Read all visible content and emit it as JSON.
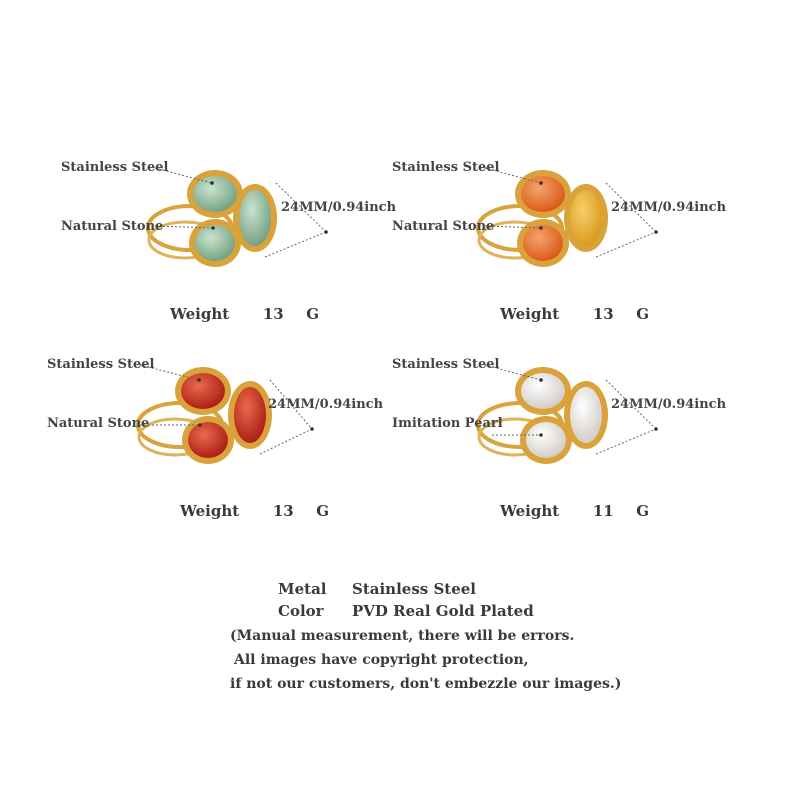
{
  "panels": [
    {
      "steel_label": "Stainless Steel",
      "stone_label": "Natural Stone",
      "size_label": "24MM/0.94inch",
      "weight_label": "Weight",
      "weight_value": "13",
      "weight_unit": "G",
      "stone_colors": {
        "a": "#8fb89a",
        "b": "#7fae8c",
        "c": "#86b596"
      }
    },
    {
      "steel_label": "Stainless Steel",
      "stone_label": "Natural Stone",
      "size_label": "24MM/0.94inch",
      "weight_label": "Weight",
      "weight_value": "13",
      "weight_unit": "G",
      "stone_colors": {
        "a": "#e76a2b",
        "b": "#e9a623",
        "c": "#ee6a21"
      }
    },
    {
      "steel_label": "Stainless Steel",
      "stone_label": "Natural Stone",
      "size_label": "24MM/0.94inch",
      "weight_label": "Weight",
      "weight_value": "13",
      "weight_unit": "G",
      "stone_colors": {
        "a": "#c4271b",
        "b": "#cf3a1d",
        "c": "#c9301d"
      }
    },
    {
      "steel_label": "Stainless Steel",
      "stone_label": "Imitation Pearl",
      "size_label": "24MM/0.94inch",
      "weight_label": "Weight",
      "weight_value": "11",
      "weight_unit": "G",
      "stone_colors": {
        "a": "#f3f1ee",
        "b": "#efede9",
        "c": "#f5f3f0"
      }
    }
  ],
  "specs": {
    "metal_key": "Metal",
    "metal_value": "Stainless Steel",
    "color_key": "Color",
    "color_value": "PVD Real Gold Plated"
  },
  "notes": {
    "line1": "(Manual measurement, there will be errors.",
    "line2": "All images have copyright protection,",
    "line3": "if not our customers, don't embezzle our images.)"
  },
  "gold_color": "#d9a23a"
}
